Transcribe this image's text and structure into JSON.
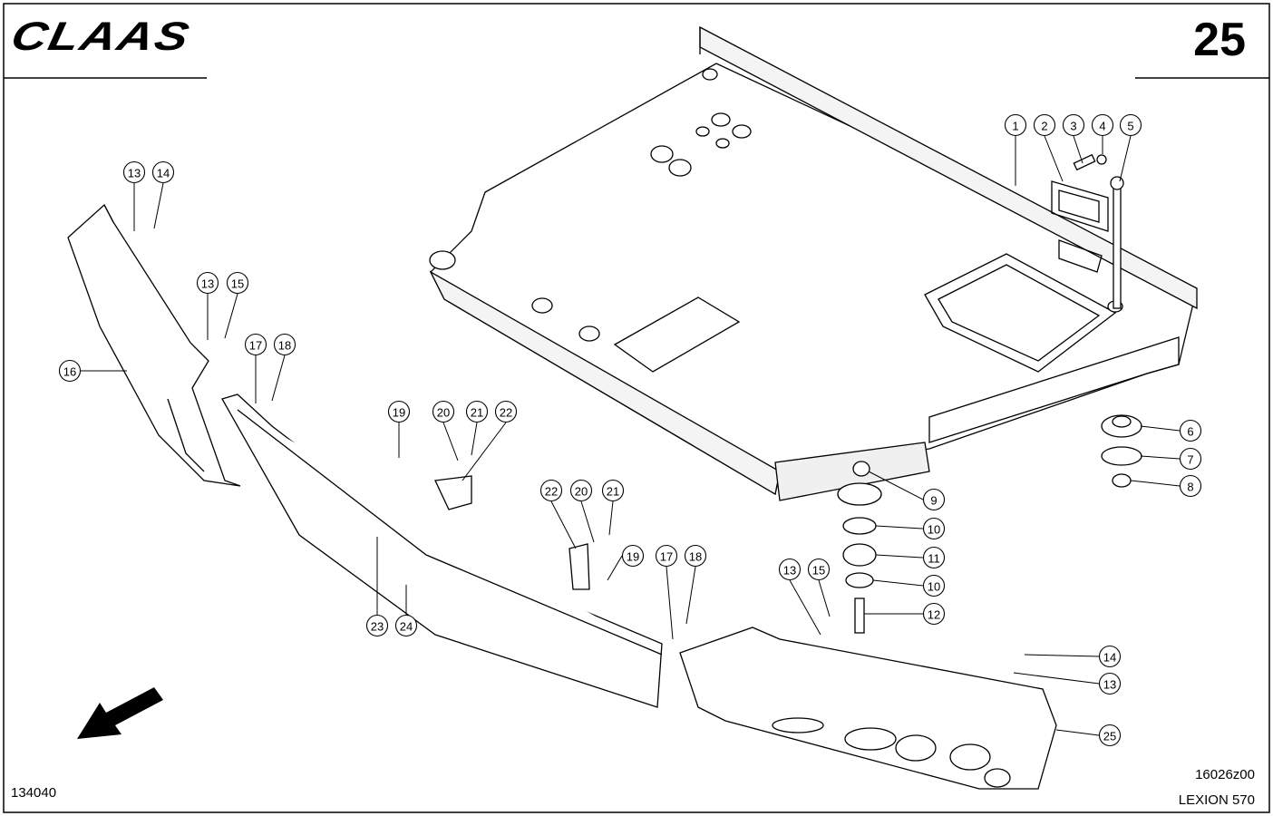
{
  "header": {
    "brand": "CLAAS",
    "page_number": "25"
  },
  "footer": {
    "sheet_code": "134040",
    "drawing_code": "16026z00",
    "model": "LEXION 570"
  },
  "callouts": [
    {
      "id": "c1",
      "label": "1"
    },
    {
      "id": "c2",
      "label": "2"
    },
    {
      "id": "c3",
      "label": "3"
    },
    {
      "id": "c4",
      "label": "4"
    },
    {
      "id": "c5",
      "label": "5"
    },
    {
      "id": "c6",
      "label": "6"
    },
    {
      "id": "c7",
      "label": "7"
    },
    {
      "id": "c8",
      "label": "8"
    },
    {
      "id": "c9",
      "label": "9"
    },
    {
      "id": "c10a",
      "label": "10"
    },
    {
      "id": "c10b",
      "label": "10"
    },
    {
      "id": "c11",
      "label": "11"
    },
    {
      "id": "c12",
      "label": "12"
    },
    {
      "id": "c13a",
      "label": "13"
    },
    {
      "id": "c14a",
      "label": "14"
    },
    {
      "id": "c13b",
      "label": "13"
    },
    {
      "id": "c15a",
      "label": "15"
    },
    {
      "id": "c16",
      "label": "16"
    },
    {
      "id": "c17a",
      "label": "17"
    },
    {
      "id": "c18a",
      "label": "18"
    },
    {
      "id": "c19a",
      "label": "19"
    },
    {
      "id": "c20a",
      "label": "20"
    },
    {
      "id": "c21a",
      "label": "21"
    },
    {
      "id": "c22a",
      "label": "22"
    },
    {
      "id": "c22b",
      "label": "22"
    },
    {
      "id": "c20b",
      "label": "20"
    },
    {
      "id": "c21b",
      "label": "21"
    },
    {
      "id": "c19b",
      "label": "19"
    },
    {
      "id": "c17b",
      "label": "17"
    },
    {
      "id": "c18b",
      "label": "18"
    },
    {
      "id": "c23",
      "label": "23"
    },
    {
      "id": "c24",
      "label": "24"
    },
    {
      "id": "c13c",
      "label": "13"
    },
    {
      "id": "c15b",
      "label": "15"
    },
    {
      "id": "c14b",
      "label": "14"
    },
    {
      "id": "c13d",
      "label": "13"
    },
    {
      "id": "c25",
      "label": "25"
    }
  ]
}
